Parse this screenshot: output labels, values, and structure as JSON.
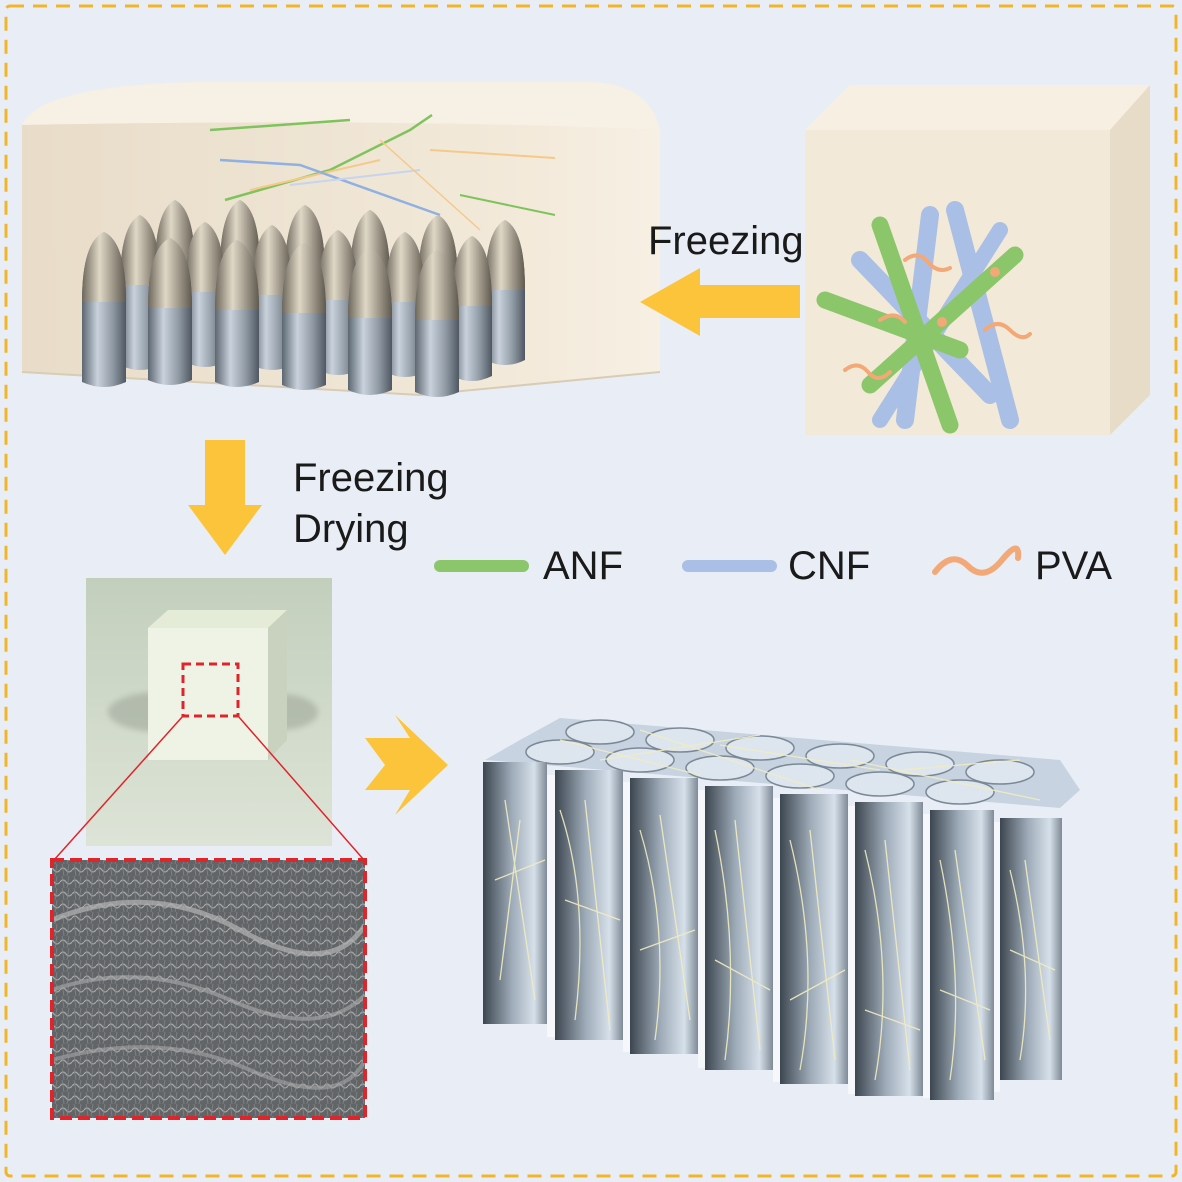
{
  "labels": {
    "freezing_top": "Freezing",
    "freezing_drying_line1": "Freezing",
    "freezing_drying_line2": "Drying"
  },
  "legend": [
    {
      "label": "ANF",
      "color": "#8cc66a"
    },
    {
      "label": "CNF",
      "color": "#a9bfe6"
    },
    {
      "label": "PVA",
      "color": "#f3a878"
    }
  ],
  "colors": {
    "background": "#e9eef6",
    "frame_dashed": "#f1b52a",
    "arrow": "#fcc43a",
    "ice_block": "#f3e9d8",
    "zoom_box": "#e0242b",
    "photo_background": "#cfd8c8"
  }
}
